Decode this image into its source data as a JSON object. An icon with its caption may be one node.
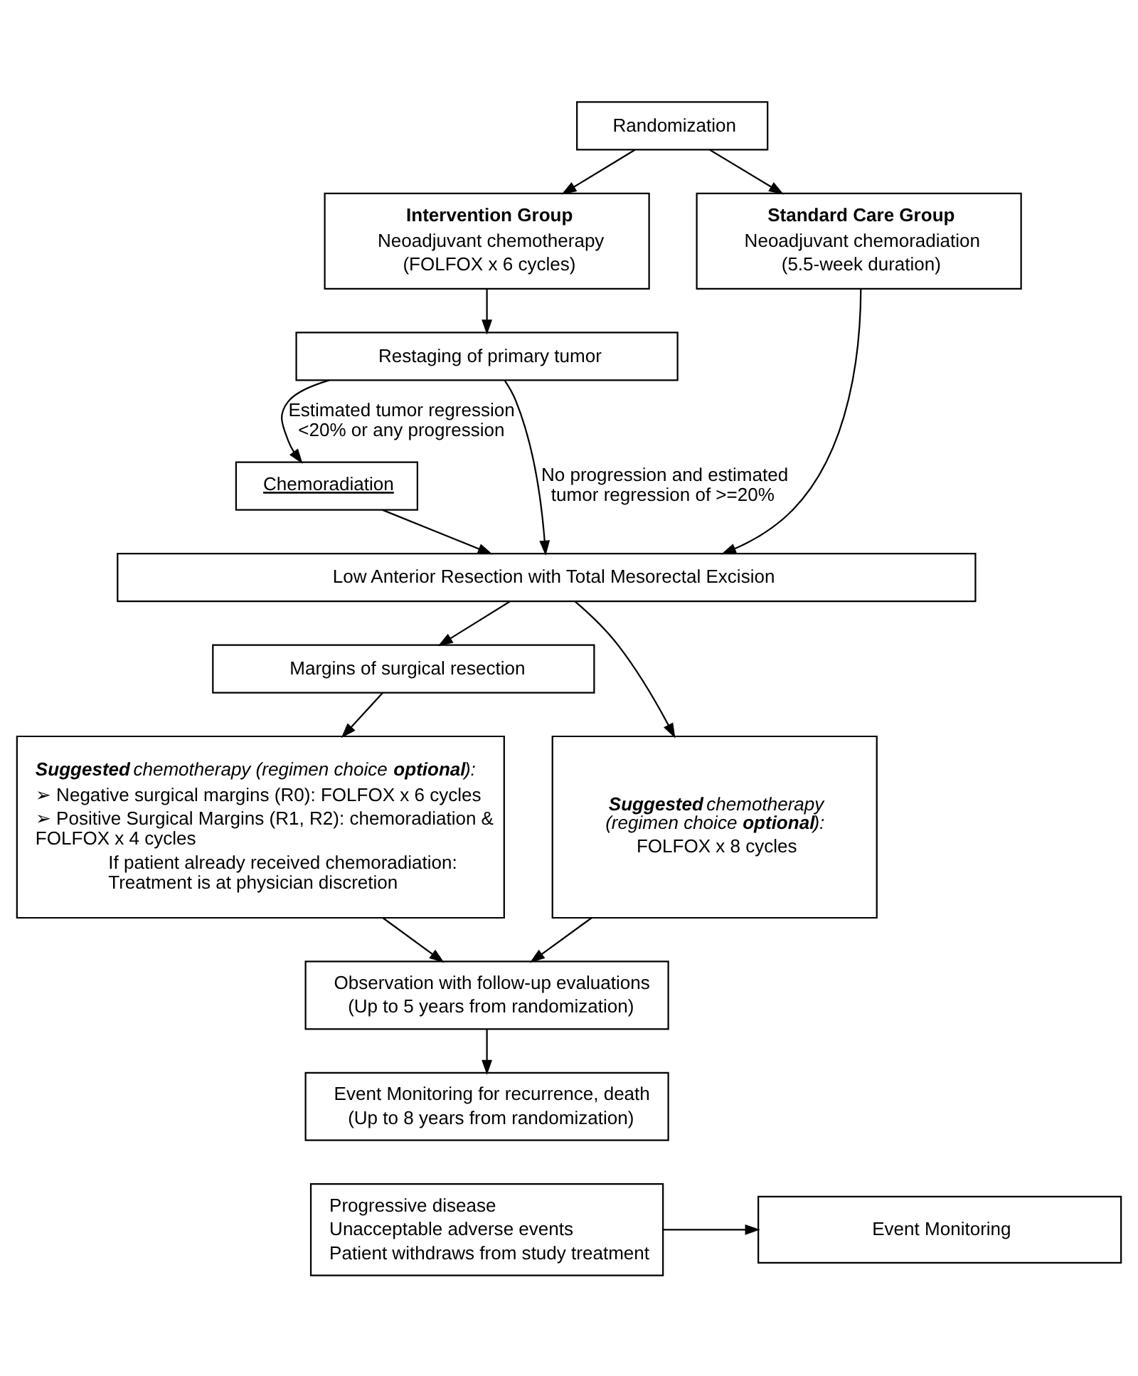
{
  "diagram": {
    "nodes": [
      {
        "text": [
          "Randomization"
        ]
      },
      {
        "text": [
          "Intervention Group",
          "Neoadjuvant chemotherapy",
          "(FOLFOX x 6 cycles)"
        ]
      },
      {
        "text": [
          "Standard Care Group",
          "Neoadjuvant chemoradiation",
          "(5.5-week duration)"
        ]
      },
      {
        "text": [
          "Restaging of primary tumor"
        ]
      },
      {
        "text": [
          "Chemoradiation"
        ]
      },
      {
        "text": [
          "Low Anterior Resection with Total Mesorectal Excision"
        ]
      },
      {
        "text": [
          "Margins of surgical resection"
        ]
      },
      {
        "text": [
          "**Suggested** chemotherapy (regimen choice **optional**):",
          "➢ Negative surgical margins (R0): FOLFOX x 6 cycles",
          "➢ Positive Surgical Margins (R1, R2): chemoradiation & FOLFOX x 4 cycles",
          "If patient already received chemoradiation: Treatment is at physician discretion"
        ]
      },
      {
        "text": [
          "**Suggested** chemotherapy (regimen choice **optional**):",
          "FOLFOX x 8 cycles"
        ]
      },
      {
        "text": [
          "Observation with follow-up evaluations",
          "(Up to 5 years from randomization)"
        ]
      },
      {
        "text": [
          "Event Monitoring for recurrence, death",
          "(Up to 8 years from randomization)"
        ]
      },
      {
        "text": [
          "Progressive disease",
          "Unacceptable adverse events",
          "Patient withdraws from study treatment"
        ]
      },
      {
        "text": [
          "Event Monitoring"
        ]
      }
    ],
    "edges": [
      {
        "from": 0,
        "to": 1,
        "arrow": "to"
      },
      {
        "from": 0,
        "to": 2,
        "arrow": "to"
      },
      {
        "from": 1,
        "to": 3,
        "arrow": "to"
      },
      {
        "from": 3,
        "to": 4,
        "arrow": "to",
        "label": "Estimated tumor regression <20% or any progression"
      },
      {
        "from": 3,
        "to": 5,
        "arrow": "to",
        "label": "No progression and estimated tumor regression of >=20%"
      },
      {
        "from": 4,
        "to": 5,
        "arrow": "to"
      },
      {
        "from": 2,
        "to": 5,
        "arrow": "to"
      },
      {
        "from": 5,
        "to": 6,
        "arrow": "to"
      },
      {
        "from": 6,
        "to": 7,
        "arrow": "to"
      },
      {
        "from": 5,
        "to": 8,
        "arrow": "to"
      },
      {
        "from": 7,
        "to": 9,
        "arrow": "to"
      },
      {
        "from": 8,
        "to": 9,
        "arrow": "to"
      },
      {
        "from": 9,
        "to": 10,
        "arrow": "to"
      },
      {
        "from": 11,
        "to": 12,
        "arrow": "to"
      }
    ]
  }
}
